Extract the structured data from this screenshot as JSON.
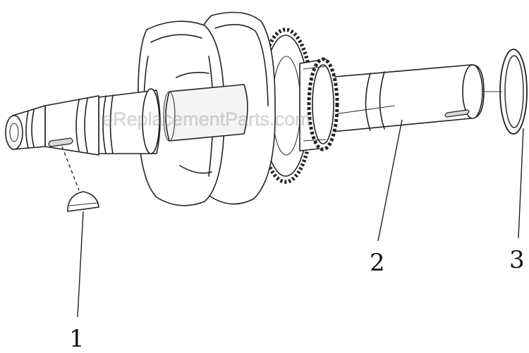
{
  "watermark": "eReplacementParts.com",
  "callouts": {
    "part1": "1",
    "part2": "2",
    "part3": "3"
  },
  "icons": {
    "crankshaft": "crankshaft-drawing",
    "key": "woodruff-key-drawing",
    "washer": "washer-ring-drawing"
  }
}
